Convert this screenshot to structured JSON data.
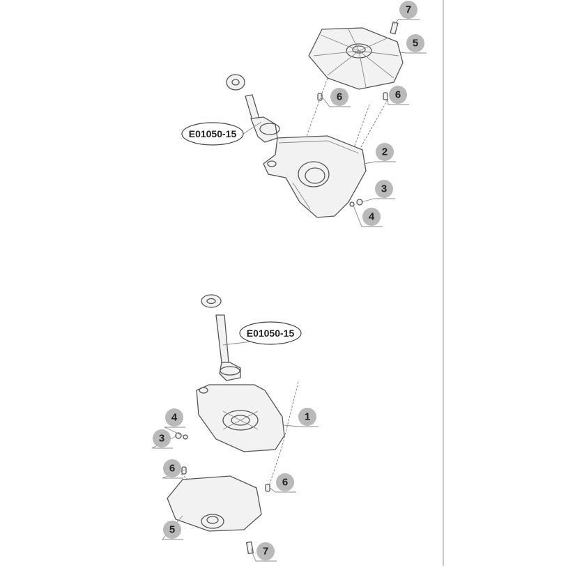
{
  "diagram": {
    "upper_assembly": {
      "part_code": "E01050-15",
      "callouts": [
        "7",
        "5",
        "6",
        "6",
        "2",
        "3",
        "4"
      ]
    },
    "lower_assembly": {
      "part_code": "E01050-15",
      "callouts": [
        "1",
        "4",
        "3",
        "6",
        "6",
        "5",
        "7"
      ]
    }
  }
}
